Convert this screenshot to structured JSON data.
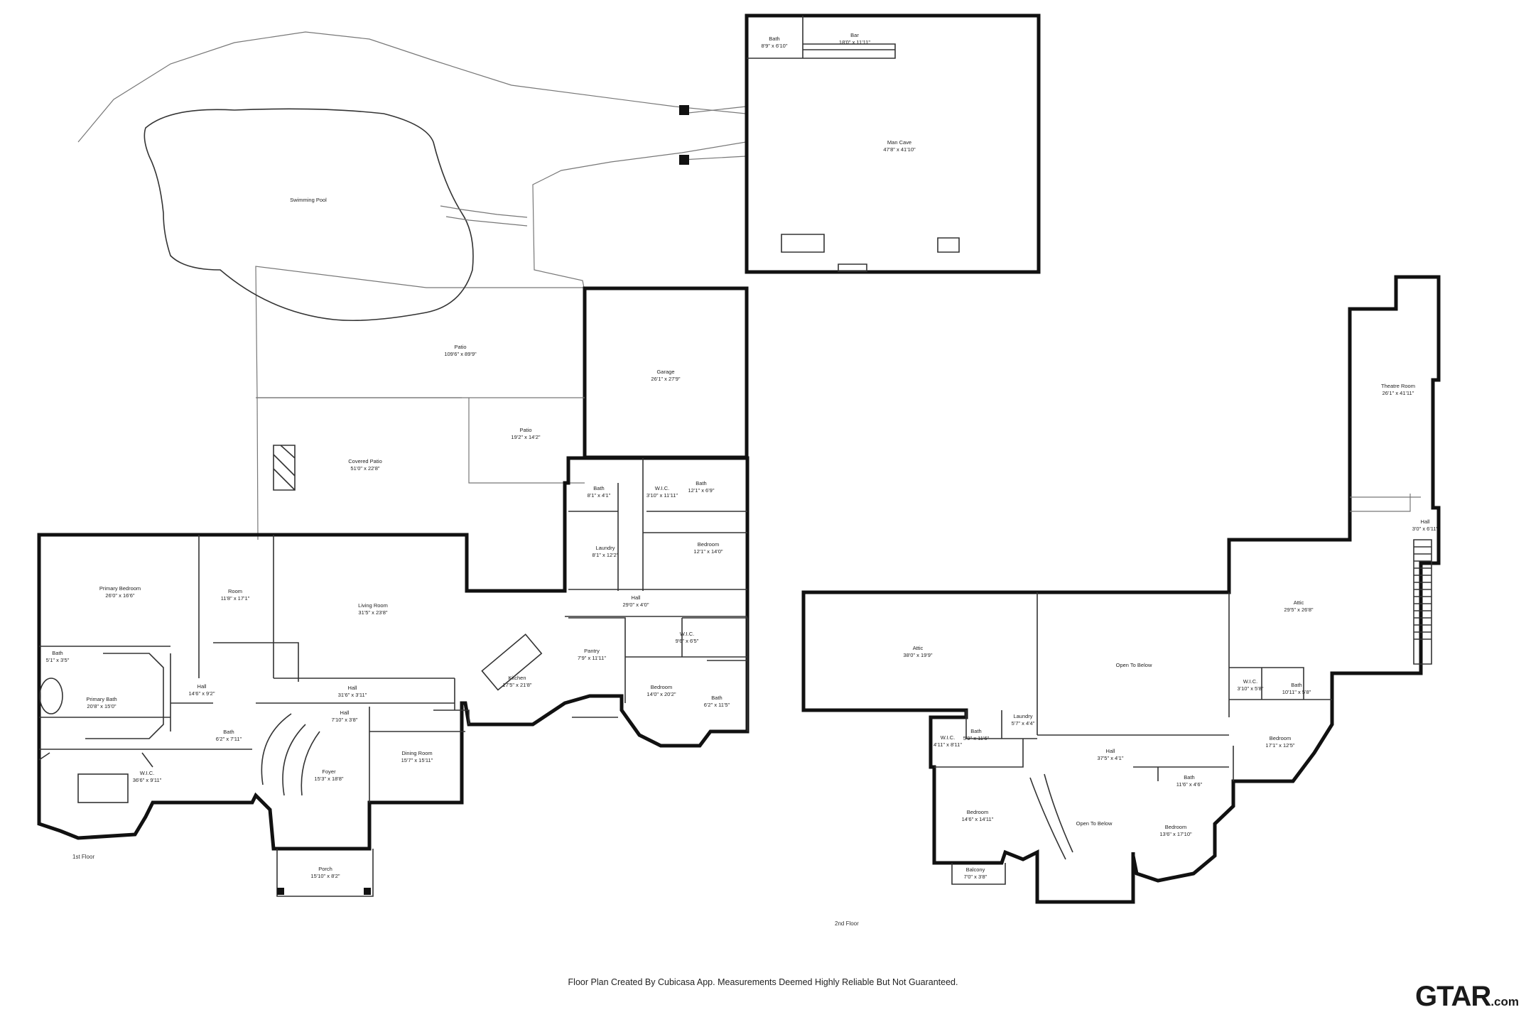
{
  "rooms": [
    {
      "id": "swimming-pool",
      "name": "Swimming Pool",
      "dim": ""
    },
    {
      "id": "patio-main",
      "name": "Patio",
      "dim": "109'6\" x 89'9\""
    },
    {
      "id": "covered-patio",
      "name": "Covered Patio",
      "dim": "51'0\" x 22'8\""
    },
    {
      "id": "patio-small",
      "name": "Patio",
      "dim": "19'2\" x 14'2\""
    },
    {
      "id": "garage",
      "name": "Garage",
      "dim": "26'1\" x 27'9\""
    },
    {
      "id": "man-cave",
      "name": "Man Cave",
      "dim": "47'8\" x 41'10\""
    },
    {
      "id": "bar",
      "name": "Bar",
      "dim": "18'0\" x 11'11\""
    },
    {
      "id": "bath-mancave",
      "name": "Bath",
      "dim": "8'9\" x 6'10\""
    },
    {
      "id": "primary-bedroom",
      "name": "Primary Bedroom",
      "dim": "26'0\" x 16'6\""
    },
    {
      "id": "room",
      "name": "Room",
      "dim": "11'8\" x 17'1\""
    },
    {
      "id": "living-room",
      "name": "Living Room",
      "dim": "31'5\" x 23'8\""
    },
    {
      "id": "primary-bath",
      "name": "Primary Bath",
      "dim": "20'8\" x 15'0\""
    },
    {
      "id": "bath-small-1",
      "name": "Bath",
      "dim": "5'1\" x 3'5\""
    },
    {
      "id": "hall-1",
      "name": "Hall",
      "dim": "14'6\" x 9'2\""
    },
    {
      "id": "hall-2",
      "name": "Hall",
      "dim": "31'6\" x 3'11\""
    },
    {
      "id": "hall-3",
      "name": "Hall",
      "dim": "7'10\" x 3'8\""
    },
    {
      "id": "wic-primary",
      "name": "W.I.C.",
      "dim": "36'6\" x 9'11\""
    },
    {
      "id": "bath-hall",
      "name": "Bath",
      "dim": "6'2\" x 7'11\""
    },
    {
      "id": "foyer",
      "name": "Foyer",
      "dim": "15'3\" x 18'8\""
    },
    {
      "id": "dining-room",
      "name": "Dining Room",
      "dim": "15'7\" x 15'11\""
    },
    {
      "id": "porch",
      "name": "Porch",
      "dim": "15'10\" x 8'2\""
    },
    {
      "id": "kitchen",
      "name": "Kitchen",
      "dim": "17'5\" x 21'8\""
    },
    {
      "id": "pantry",
      "name": "Pantry",
      "dim": "7'9\" x 11'11\""
    },
    {
      "id": "hall-4",
      "name": "Hall",
      "dim": "29'0\" x 4'0\""
    },
    {
      "id": "laundry-1",
      "name": "Laundry",
      "dim": "8'1\" x 12'2\""
    },
    {
      "id": "bath-garage",
      "name": "Bath",
      "dim": "8'1\" x 4'1\""
    },
    {
      "id": "wic-2",
      "name": "W.I.C.",
      "dim": "3'10\" x 11'11\""
    },
    {
      "id": "bath-2",
      "name": "Bath",
      "dim": "12'1\" x 6'9\""
    },
    {
      "id": "bedroom-1",
      "name": "Bedroom",
      "dim": "12'1\" x 14'0\""
    },
    {
      "id": "wic-3",
      "name": "W.I.C.",
      "dim": "9'6\" x 6'5\""
    },
    {
      "id": "bedroom-2",
      "name": "Bedroom",
      "dim": "14'0\" x 20'2\""
    },
    {
      "id": "bath-3",
      "name": "Bath",
      "dim": "6'2\" x 11'5\""
    },
    {
      "id": "attic-1",
      "name": "Attic",
      "dim": "38'0\" x 19'9\""
    },
    {
      "id": "open-to-below-1",
      "name": "Open To Below",
      "dim": ""
    },
    {
      "id": "attic-2",
      "name": "Attic",
      "dim": "29'5\" x 26'8\""
    },
    {
      "id": "theatre-room",
      "name": "Theatre Room",
      "dim": "26'1\" x 41'11\""
    },
    {
      "id": "hall-5",
      "name": "Hall",
      "dim": "37'5\" x 4'1\""
    },
    {
      "id": "wic-4",
      "name": "W.I.C.",
      "dim": "4'11\" x 8'11\""
    },
    {
      "id": "bath-4",
      "name": "Bath",
      "dim": "5'9\" x 11'6\""
    },
    {
      "id": "laundry-2",
      "name": "Laundry",
      "dim": "5'7\" x 4'4\""
    },
    {
      "id": "wic-5",
      "name": "W.I.C.",
      "dim": "3'10\" x 5'8\""
    },
    {
      "id": "bath-5",
      "name": "Bath",
      "dim": "10'11\" x 5'8\""
    },
    {
      "id": "bedroom-3",
      "name": "Bedroom",
      "dim": "17'1\" x 12'5\""
    },
    {
      "id": "bath-6",
      "name": "Bath",
      "dim": "11'6\" x 4'6\""
    },
    {
      "id": "bedroom-4",
      "name": "Bedroom",
      "dim": "14'6\" x 14'11\""
    },
    {
      "id": "open-to-below-2",
      "name": "Open To Below",
      "dim": ""
    },
    {
      "id": "bedroom-5",
      "name": "Bedroom",
      "dim": "13'6\" x 17'10\""
    },
    {
      "id": "balcony",
      "name": "Balcony",
      "dim": "7'0\" x 3'8\""
    },
    {
      "id": "hall-6",
      "name": "Hall",
      "dim": "3'0\" x 6'11\""
    }
  ],
  "floors": {
    "first": "1st Floor",
    "second": "2nd Floor"
  },
  "footer": "Floor Plan Created By Cubicasa App. Measurements Deemed Highly Reliable But Not Guaranteed.",
  "logo": {
    "main": "GTAR",
    "suffix": ".com"
  }
}
